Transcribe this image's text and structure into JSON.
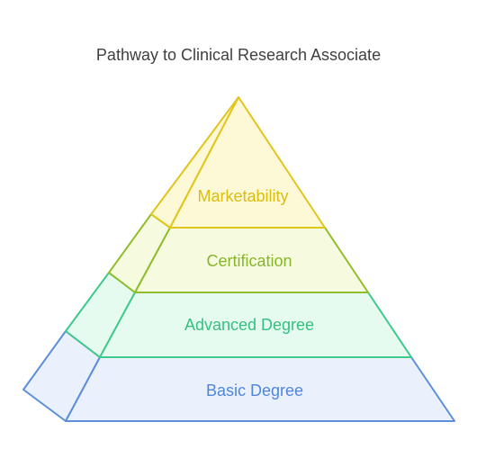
{
  "diagram": {
    "title": "Pathway to Clinical Research Associate",
    "levels": [
      {
        "label": "Marketability",
        "stroke": "#e2c51b",
        "fill": "#fdf8d6",
        "text_color": "#d9bd12"
      },
      {
        "label": "Certification",
        "stroke": "#8fbd2e",
        "fill": "#f6fbe0",
        "text_color": "#86b52a"
      },
      {
        "label": "Advanced Degree",
        "stroke": "#3fc98a",
        "fill": "#e6fbf0",
        "text_color": "#35c07f"
      },
      {
        "label": "Basic Degree",
        "stroke": "#5d8edb",
        "fill": "#eaf1fc",
        "text_color": "#4f86d9"
      }
    ]
  }
}
